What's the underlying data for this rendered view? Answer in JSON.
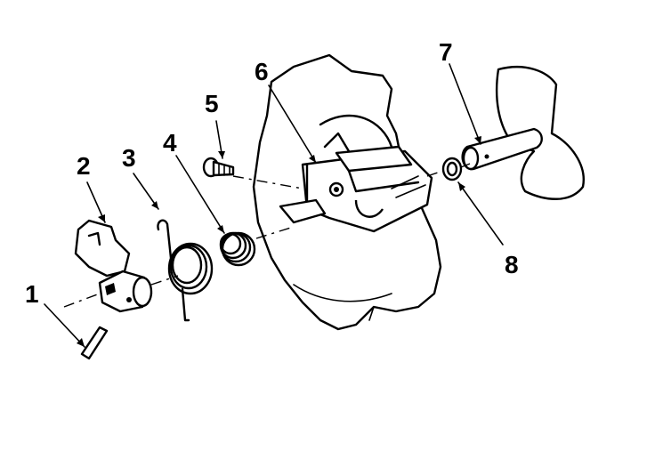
{
  "diagram": {
    "parts": [
      {
        "id": "roll-pin",
        "label": "1"
      },
      {
        "id": "retainer-plate",
        "label": "2"
      },
      {
        "id": "torsion-spring",
        "label": "3"
      },
      {
        "id": "coil-spring",
        "label": "4"
      },
      {
        "id": "screw",
        "label": "5"
      },
      {
        "id": "bracket-housing",
        "label": "6"
      },
      {
        "id": "pivot-shaft",
        "label": "7"
      },
      {
        "id": "washer",
        "label": "8"
      }
    ]
  }
}
